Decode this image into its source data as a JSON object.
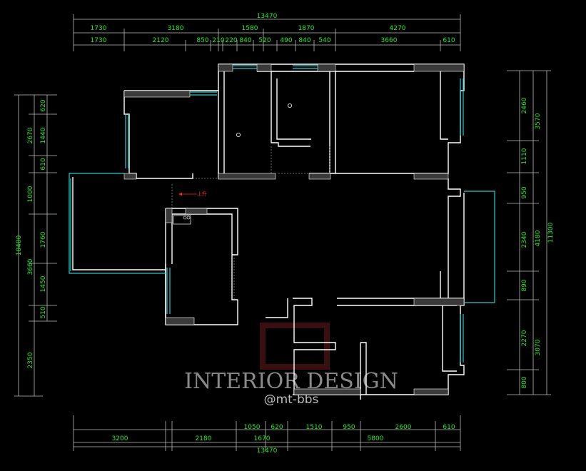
{
  "dimensions": {
    "top_total": "13470",
    "top_row1": [
      "1730",
      "3180",
      "1580",
      "1870",
      "4270"
    ],
    "top_row2": [
      "1730",
      "2120",
      "850",
      "210",
      "220",
      "840",
      "520",
      "490",
      "840",
      "540",
      "3660",
      "610"
    ],
    "bottom_row1": [
      "1050",
      "620",
      "1510",
      "950",
      "2600",
      "610"
    ],
    "bottom_row2": [
      "3200",
      "2180",
      "1670",
      "5800"
    ],
    "bottom_total": "13470",
    "left_inner": [
      "620",
      "1440",
      "610",
      "1000",
      "1760",
      "1450",
      "510"
    ],
    "left_mid": [
      "2670",
      "3660",
      "2350"
    ],
    "left_total": "10400",
    "right_inner": [
      "2460",
      "1110",
      "950",
      "2340",
      "890",
      "2270",
      "800"
    ],
    "right_mid": [
      "3570",
      "4180",
      "3070"
    ],
    "right_total": "11300"
  },
  "annotation": {
    "red_label": "上升"
  },
  "watermark": {
    "title": "INTERIOR DESIGN",
    "handle": "@mt-bbs"
  },
  "colors": {
    "dimension_text": "#22ee22",
    "window": "#22cccc",
    "wall": "#ffffff",
    "column": "#3a3a3a"
  }
}
